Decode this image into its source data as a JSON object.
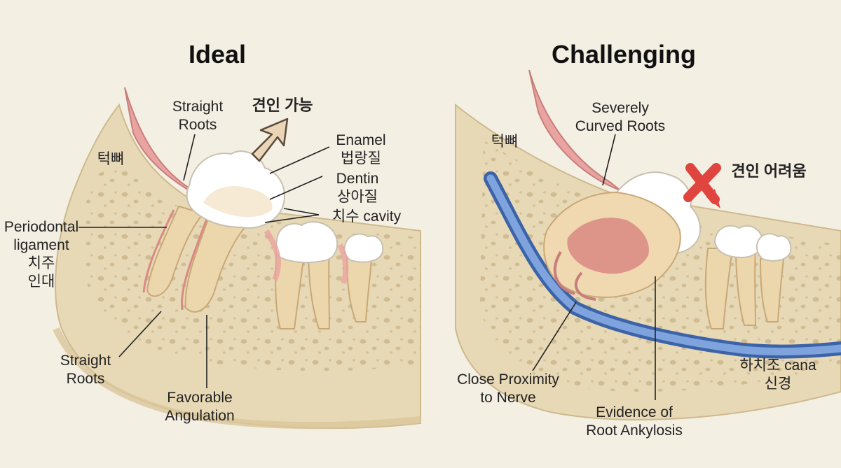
{
  "colors": {
    "background": "#f4efe3",
    "bone": "#e8d9b6",
    "bone_edge": "#cdb98c",
    "gum": "#e9a3a0",
    "enamel": "#ffffff",
    "dentin": "#f0d8b0",
    "pulp": "#d98a84",
    "nerve": "#5b86c9",
    "arrow_ok": "#ead6b6",
    "cross_bad": "#e0443e"
  },
  "panels": {
    "ideal": {
      "title": "Ideal",
      "labels": {
        "straight_roots_top_1": "Straight",
        "straight_roots_top_2": "Roots",
        "extraction_possible": "견인 가능",
        "jawbone": "턱뼈",
        "enamel_en": "Enamel",
        "enamel_ko": "법랑질",
        "dentin_en": "Dentin",
        "dentin_ko": "상아질",
        "pulp_cavity": "치수 cavity",
        "pdl_1": "Periodontal",
        "pdl_2": "ligament",
        "pdl_ko_1": "치주",
        "pdl_ko_2": "인대",
        "straight_roots_bottom_1": "Straight",
        "straight_roots_bottom_2": "Roots",
        "favorable_1": "Favorable",
        "favorable_2": "Angulation"
      },
      "icon": "up-right-arrow-icon"
    },
    "challenging": {
      "title": "Challenging",
      "labels": {
        "jawbone": "턱뼈",
        "curved_1": "Severely",
        "curved_2": "Curved Roots",
        "extraction_difficult": "견인 어려움",
        "canal_1": "하치조 cana",
        "canal_2": "신경",
        "proximity_1": "Close Proximity",
        "proximity_2": "to Nerve",
        "ankylosis_1": "Evidence of",
        "ankylosis_2": "Root Ankylosis"
      },
      "icon": "red-cross-arrow-icon"
    }
  }
}
